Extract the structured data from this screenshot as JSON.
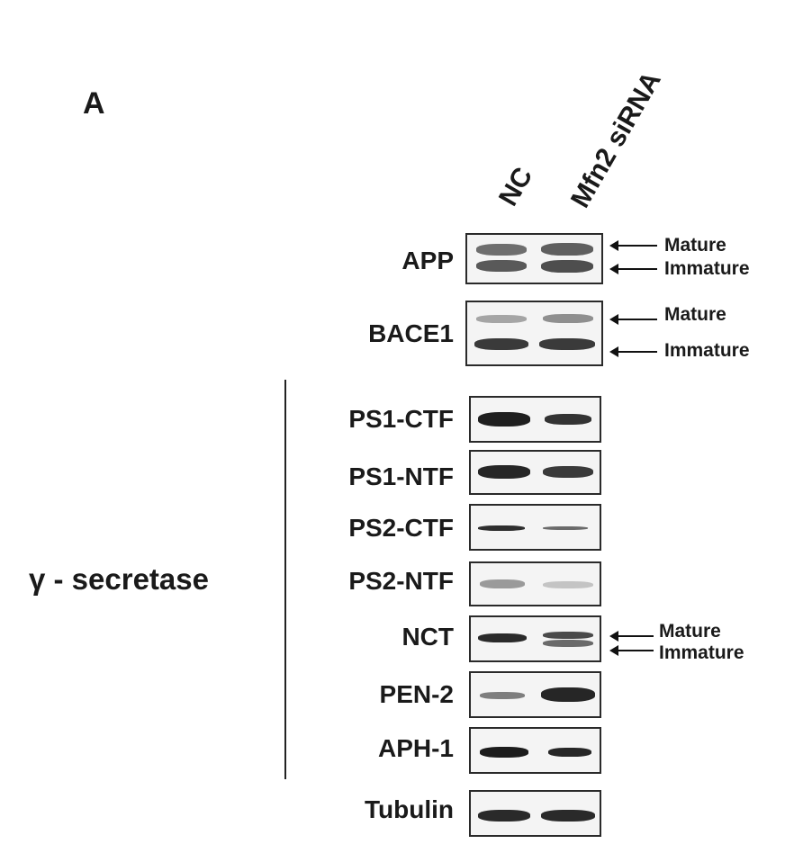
{
  "panel": {
    "letter": "A",
    "lanes": [
      "NC",
      "Mfn2 siRNA"
    ],
    "group_label": "γ - secretase",
    "band_labels": {
      "mature": "Mature",
      "immature": "Immature"
    },
    "rows": [
      {
        "label": "APP"
      },
      {
        "label": "BACE1"
      },
      {
        "label": "PS1-CTF"
      },
      {
        "label": "PS1-NTF"
      },
      {
        "label": "PS2-CTF"
      },
      {
        "label": "PS2-NTF"
      },
      {
        "label": "NCT"
      },
      {
        "label": "PEN-2"
      },
      {
        "label": "APH-1"
      },
      {
        "label": "Tubulin"
      }
    ]
  }
}
